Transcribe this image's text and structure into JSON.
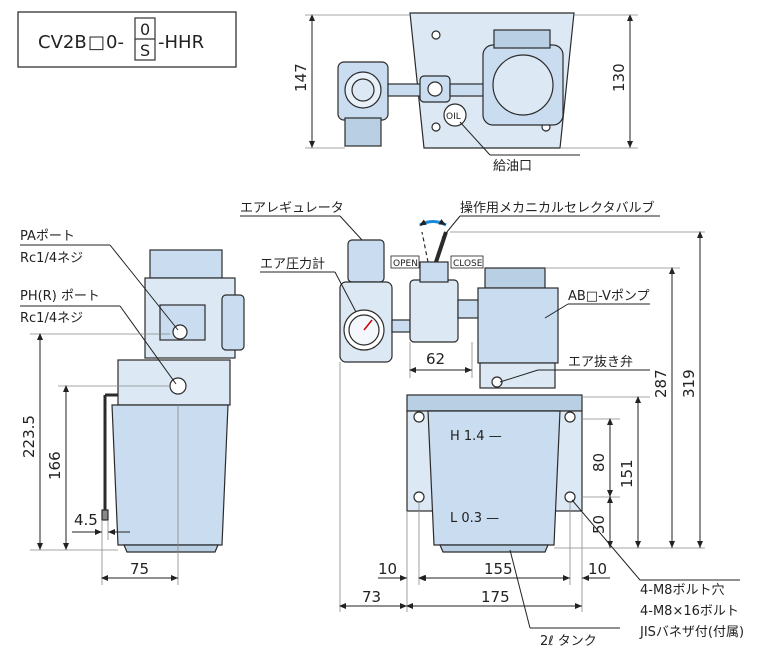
{
  "model": {
    "prefix": "CV2B",
    "box": "□",
    "mid": "0-",
    "opt_top": "0",
    "opt_bottom": "S",
    "suffix": "-HHR"
  },
  "top_view": {
    "height_left": "147",
    "height_right": "130",
    "oil_mark": "OIL",
    "callout": "給油口"
  },
  "side_view": {
    "pa_port": "PAポート",
    "pa_thread": "Rc1/4ネジ",
    "ph_port": "PH(R) ポート",
    "ph_thread": "Rc1/4ネジ",
    "dim_223": "223.5",
    "dim_166": "166",
    "dim_4_5": "4.5",
    "dim_75": "75"
  },
  "front_view": {
    "air_regulator": "エアレギュレータ",
    "selector_valve": "操作用メカニカルセレクタバルブ",
    "air_gauge": "エア圧力計",
    "open_label": "OPEN",
    "close_label": "CLOSE",
    "pump": "AB□-Vポンプ",
    "air_vent": "エア抜き弁",
    "level_high": "H 1.4 —",
    "level_low": "L 0.3 —",
    "dim_62": "62",
    "dim_287": "287",
    "dim_319": "319",
    "dim_80": "80",
    "dim_151": "151",
    "dim_50": "50",
    "dim_10_left": "10",
    "dim_155": "155",
    "dim_10_right": "10",
    "dim_73": "73",
    "dim_175": "175",
    "bolt_hole": "4-M8ボルト穴",
    "bolt_spec": "4-M8×16ボルト",
    "washer": "JISバネザ付(付属)",
    "tank": "2ℓ タンク"
  },
  "colors": {
    "body": "#dce9f4",
    "body_dark": "#b9cfe3",
    "line": "#2b2b2b",
    "tank": "#c9dcf0"
  }
}
